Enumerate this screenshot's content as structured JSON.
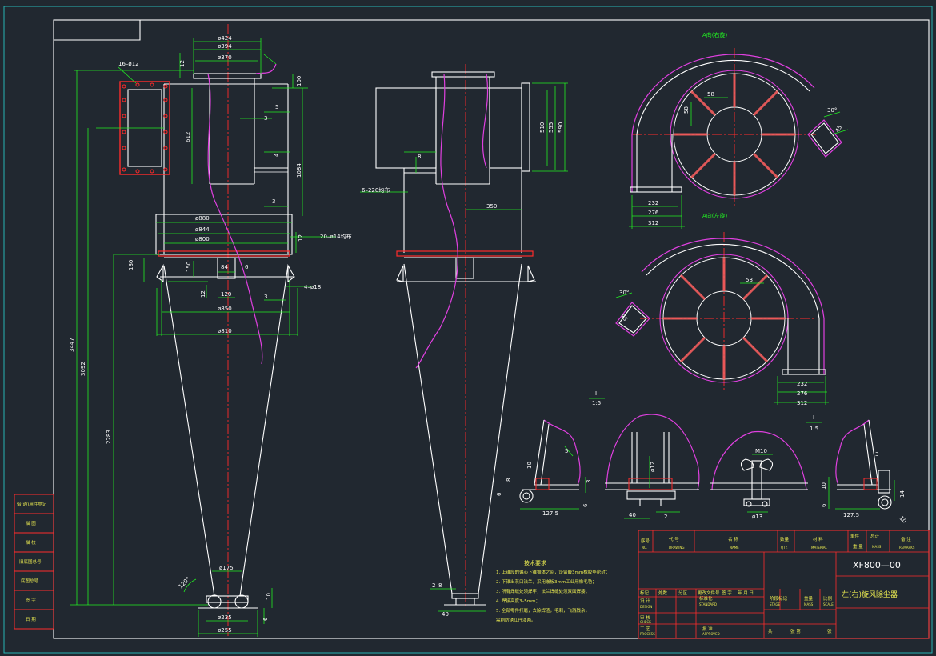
{
  "colors": {
    "background": "#212830",
    "outline": "#ffffff",
    "dimension": "#22ee22",
    "centerline": "#ff2b2b",
    "cut_curve": "#e040e0",
    "flange": "#ff2b2b"
  },
  "side_view": {
    "dims_top": [
      "ø424",
      "ø394",
      "ø370"
    ],
    "dim_12_top": "12",
    "dim_100": "100",
    "flange_label": "16–ø12",
    "dim_612": "612",
    "dim_5": "5",
    "dim_3a": "3",
    "dim_4": "4",
    "dim_1084": "1084",
    "dim_3b": "3",
    "ring_dims": [
      "ø880",
      "ø844",
      "ø800"
    ],
    "bolt_label": "20–ø14均布",
    "dim_12_ring": "12",
    "dim_180": "180",
    "dim_150": "150",
    "dim_84": "84",
    "dim_6": "6",
    "dim_12b": "12",
    "dim_120": "120",
    "dim_3c": "3",
    "hole_label": "4–ø18",
    "dim_850": "ø850",
    "dim_810": "ø810",
    "dim_3447": "3447",
    "dim_3092": "3092",
    "dim_2283": "2283",
    "dim_175": "ø175",
    "dim_120deg": "120°",
    "dim_10": "10",
    "dim_235": "ø235",
    "dim_255": "ø255",
    "dim_6b": "6"
  },
  "front_view": {
    "dim_510": "510",
    "dim_555": "555",
    "dim_590": "590",
    "dim_8": "8",
    "bolt_label": "6–220均布",
    "dim_350": "350",
    "dim_2_8": "2–8",
    "dim_40": "40"
  },
  "top_view_upper": {
    "title": "A向(右旋)",
    "dim_58a": "58",
    "dim_58b": "58",
    "dim_30deg": "30°",
    "dim_45": "45",
    "dim_232": "232",
    "dim_276": "276",
    "dim_312": "312"
  },
  "top_view_lower": {
    "title": "A向(左旋)",
    "dim_58": "58",
    "dim_30deg": "30°",
    "dim_45": "45",
    "dim_232": "232",
    "dim_276": "276",
    "dim_312": "312"
  },
  "scale_labels": [
    "I",
    "1:5",
    "I",
    "1:5"
  ],
  "details": {
    "d1": [
      "10",
      "8",
      "6",
      "3",
      "6",
      "127.5",
      "5"
    ],
    "d2": [
      "ø12",
      "40",
      "2"
    ],
    "d3": [
      "M10",
      "ø13"
    ],
    "d4": [
      "3",
      "10",
      "6",
      "127.5",
      "14",
      "10"
    ]
  },
  "tech_notes": {
    "title": "技术要求",
    "lines": [
      "1. 上锥段的偏心下锥锥体之间，设留嵌3mm橡胶垫密封；",
      "2. 下锥出灰口法兰，采用嵌板3mm工业用橡毛毡；",
      "3. 所有焊缝处须焊牢，法兰焊缝处须双面焊接；",
      "4. 焊接高度3–5mm；",
      "5. 全部零件打磨，去除焊渣，毛刺，飞溅残余，",
      "   需刷防锈红丹漆两。"
    ]
  },
  "left_stamps": [
    "借(通)用件登记",
    "描 图",
    "描 校",
    "旧底图总号",
    "底图总号",
    "签 字",
    "日 期"
  ],
  "title_block": {
    "header": [
      "序号",
      "代 号",
      "名 称",
      "数量",
      "材 料",
      "单件",
      "总计",
      "备 注"
    ],
    "header_sub": [
      "NO.",
      "DRAWING",
      "NAME",
      "QTY.",
      "MATERIAL",
      "重 量",
      "MASS",
      "REMARKS"
    ],
    "drawing_no": "XF800—00",
    "name": "左(右)旋风除尘器",
    "rev_row": [
      "标记",
      "处数",
      "分区",
      "更改文件号",
      "签 字",
      "年.月.日"
    ],
    "design": [
      "设 计",
      "DESIGN"
    ],
    "standard": [
      "标准化",
      "STANDARD"
    ],
    "stage": [
      "阶段标记",
      "STAGE"
    ],
    "weight": [
      "重量",
      "MASS"
    ],
    "scale": [
      "比例",
      "SCALE"
    ],
    "check": [
      "审 核",
      "CHECK"
    ],
    "process": [
      "工 艺",
      "PROCESS"
    ],
    "approved": [
      "批 准",
      "APPROVED"
    ],
    "sheet": [
      "共",
      "张 第",
      "张"
    ]
  }
}
